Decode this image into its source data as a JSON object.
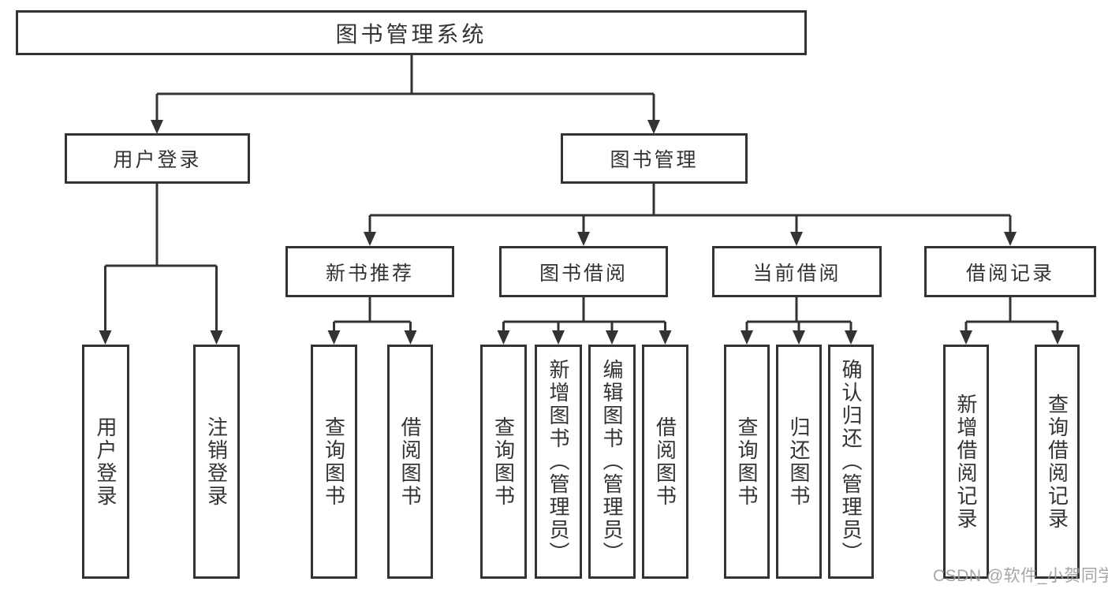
{
  "colors": {
    "line": "#333333",
    "node_border": "#333333",
    "text": "#333333",
    "background": "#ffffff",
    "watermark": "#9c9c9c"
  },
  "watermark": {
    "text": "CSDN @软件_小贺同学"
  },
  "diagram": {
    "root": {
      "label": "图书管理系统"
    },
    "level2": [
      {
        "label": "用户登录"
      },
      {
        "label": "图书管理"
      }
    ],
    "level3": [
      {
        "label": "新书推荐",
        "parent": "图书管理"
      },
      {
        "label": "图书借阅",
        "parent": "图书管理"
      },
      {
        "label": "当前借阅",
        "parent": "图书管理"
      },
      {
        "label": "借阅记录",
        "parent": "图书管理"
      }
    ],
    "leaves": [
      {
        "label": "用户登录",
        "parent": "用户登录"
      },
      {
        "label": "注销登录",
        "parent": "用户登录"
      },
      {
        "label": "查询图书",
        "parent": "新书推荐"
      },
      {
        "label": "借阅图书",
        "parent": "新书推荐"
      },
      {
        "label": "查询图书",
        "parent": "图书借阅"
      },
      {
        "label": "新增图书（管理员）",
        "parent": "图书借阅"
      },
      {
        "label": "编辑图书（管理员）",
        "parent": "图书借阅"
      },
      {
        "label": "借阅图书",
        "parent": "图书借阅"
      },
      {
        "label": "查询图书",
        "parent": "当前借阅"
      },
      {
        "label": "归还图书",
        "parent": "当前借阅"
      },
      {
        "label": "确认归还（管理员）",
        "parent": "当前借阅"
      },
      {
        "label": "新增借阅记录",
        "parent": "借阅记录"
      },
      {
        "label": "查询借阅记录",
        "parent": "借阅记录"
      }
    ]
  }
}
